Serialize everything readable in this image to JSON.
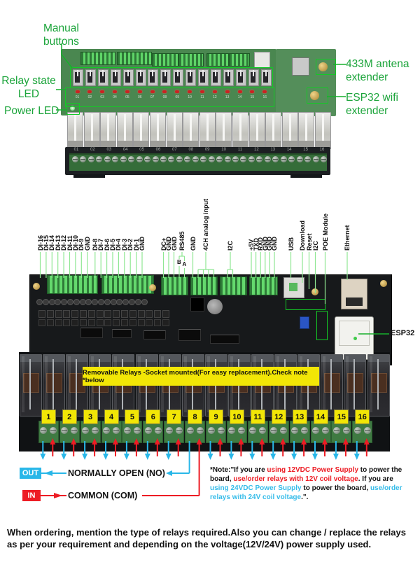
{
  "annotations": {
    "manual_buttons": "Manual buttons",
    "relay_state_led": "Relay state LED",
    "power_led": "Power LED",
    "antenna_433m": "433M antena extender",
    "esp32_wifi": "ESP32 wifi extender",
    "esp32_module": "ESP32"
  },
  "top_board": {
    "led_labels": [
      "01",
      "02",
      "03",
      "04",
      "05",
      "06",
      "07",
      "08",
      "09",
      "10",
      "11",
      "12",
      "13",
      "14",
      "15",
      "16"
    ],
    "terminal_labels": [
      "01",
      "02",
      "03",
      "04",
      "05",
      "06",
      "07",
      "08",
      "09",
      "10",
      "11",
      "12",
      "13",
      "14",
      "15",
      "16"
    ]
  },
  "pin_labels": {
    "di_group1": [
      "DI-16",
      "DI-15",
      "DI-14",
      "DI-13",
      "DI-12",
      "DI-11",
      "DI-10",
      "DI-9",
      "GND"
    ],
    "di_group2": [
      "DI-8",
      "DI-7",
      "DI-6",
      "DI-5",
      "DI-4",
      "DI-3",
      "DI-2",
      "DI-1",
      "GND"
    ],
    "power_group": [
      "DC+",
      "GND",
      "GND"
    ],
    "rs485_label": "RS485",
    "rs485_pins": [
      "B",
      "A"
    ],
    "analog_gnd": "GND",
    "analog_label": "4CH analog input",
    "i2c_label": "I2C",
    "uart_group": [
      "+5V",
      "TXD",
      "RXD",
      "GND",
      "GND",
      "GND"
    ],
    "usb": "USB",
    "download": "Download",
    "reset": "Reset",
    "i2c2": "I2C",
    "poe": "POE Module",
    "ethernet": "Ethernet"
  },
  "banner": "Removable Relays -Socket mounted(For easy replacement).Check note *below",
  "relay_numbers": [
    "1",
    "2",
    "3",
    "4",
    "5",
    "6",
    "7",
    "8",
    "9",
    "10",
    "11",
    "12",
    "13",
    "14",
    "15",
    "16"
  ],
  "legend": {
    "out_badge": "OUT",
    "out_label": "NORMALLY OPEN (NO)",
    "in_badge": "IN",
    "in_label": "COMMON (COM)"
  },
  "note_segments": [
    {
      "text": "*Note:\"If you are ",
      "color": "black"
    },
    {
      "text": "using 12VDC Power Supply",
      "color": "red"
    },
    {
      "text": " to power the board, ",
      "color": "black"
    },
    {
      "text": "use/order relays with 12V coil voltage",
      "color": "red"
    },
    {
      "text": ". If you are ",
      "color": "black"
    },
    {
      "text": "using 24VDC Power Supply",
      "color": "cyan"
    },
    {
      "text": " to power the board, ",
      "color": "black"
    },
    {
      "text": "use/order relays with 24V coil voltage",
      "color": "cyan"
    },
    {
      "text": ".\".",
      "color": "black"
    }
  ],
  "footer": "When ordering, mention the type of relays required.Also you can change / replace the relays as per your requirement and depending on the voltage(12V/24V) power supply used.",
  "colors": {
    "annotation_green": "#1ba43a",
    "highlight_green": "#14c926",
    "pin_line_green": "#8fe793",
    "banner_yellow": "#f2e606",
    "legend_cyan": "#29b7e8",
    "legend_red": "#ed1c24",
    "top_pcb_green": "#4a8750",
    "relay_led_red": "#cc2222"
  }
}
